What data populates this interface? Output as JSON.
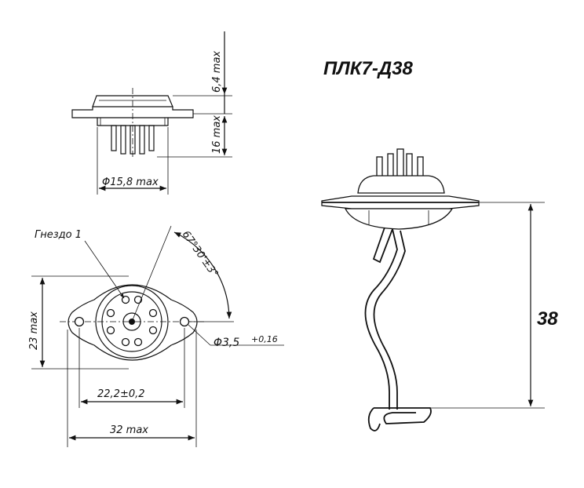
{
  "title": "ПЛК7-Д38",
  "side_view": {
    "dim_height_top": "6,4 max",
    "dim_height_bottom": "16 max",
    "dim_diameter": "Φ15,8 max"
  },
  "bottom_view": {
    "socket_label": "Гнездо 1",
    "angle": "67°30'±3°",
    "dim_height": "23 max",
    "dim_hole": "Φ3,5",
    "dim_hole_tol": "+0,16",
    "dim_spacing": "22,2±0,2",
    "dim_width": "32 max"
  },
  "perspective_view": {
    "dim_height": "38"
  }
}
